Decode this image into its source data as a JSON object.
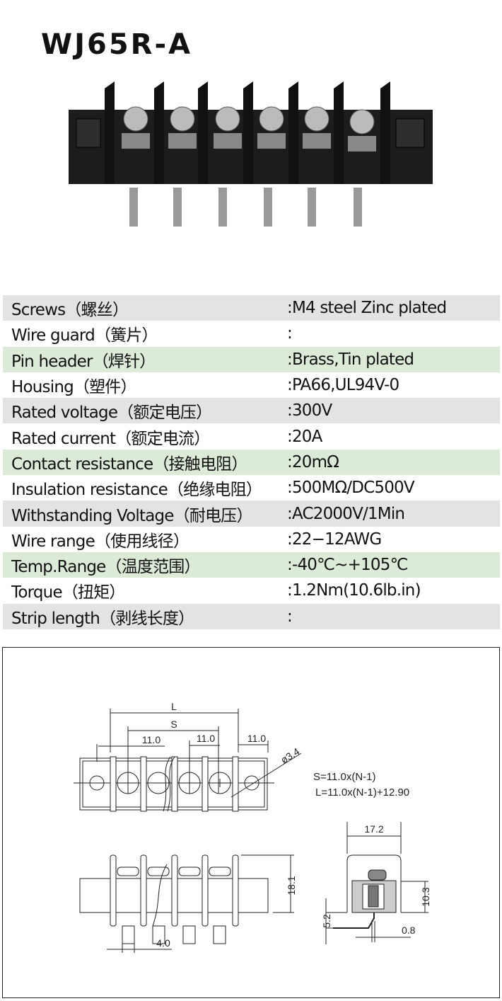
{
  "title": "WJ65R-A",
  "specs": [
    {
      "label": "Screws（螺丝）",
      "value": ":M4 steel Zinc plated"
    },
    {
      "label": "Wire guard（簧片）",
      "value": ":"
    },
    {
      "label": "Pin header（焊针）",
      "value": ":Brass,Tin plated"
    },
    {
      "label": "Housing（塑件）",
      "value": ":PA66,UL94V-0"
    },
    {
      "label": "Rated voltage（额定电压）",
      "value": ":300V"
    },
    {
      "label": "Rated current（额定电流）",
      "value": ":20A"
    },
    {
      "label": "Contact resistance（接触电阻）",
      "value": ":20mΩ"
    },
    {
      "label": "Insulation resistance（绝缘电阻）",
      "value": ":500MΩ/DC500V"
    },
    {
      "label": "Withstanding Voltage（耐电压）",
      "value": ":AC2000V/1Min"
    },
    {
      "label": "Wire range（使用线径）",
      "value": ":22−12AWG"
    },
    {
      "label": "Temp.Range（温度范围）",
      "value": ":-40℃~+105℃"
    },
    {
      "label": "Torque（扭矩）",
      "value": ":1.2Nm(10.6lb.in)"
    },
    {
      "label": "Strip length（剥线长度）",
      "value": ":"
    }
  ],
  "row_colors": [
    "#e3e3e3",
    "#ffffff",
    "#dcead8"
  ],
  "drawing": {
    "L": "L",
    "S": "S",
    "pitch1": "11.0",
    "pitch2": "11.0",
    "pitch3": "11.0",
    "hole": "ø3.4",
    "formula_s": "S=11.0x(N-1)",
    "formula_l": "L=11.0x(N-1)+12.90",
    "height": "18.1",
    "pin_width": "4.0",
    "depth": "17.2",
    "body_height": "10.3",
    "pin_len": "5.2",
    "pin_thick": "0.8"
  }
}
